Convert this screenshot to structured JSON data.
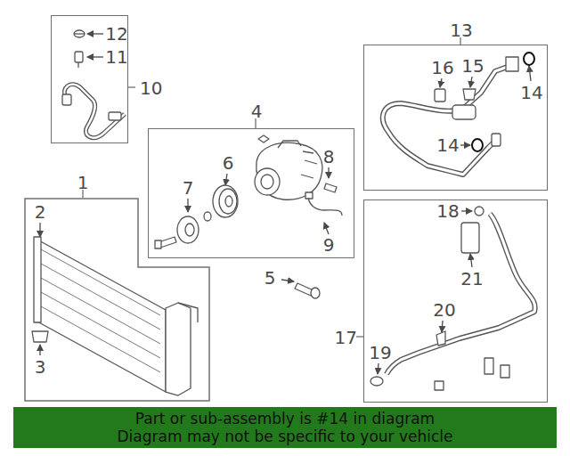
{
  "diagram": {
    "nodes": [
      {
        "text": [
          "10"
        ]
      },
      {
        "text": [
          "4"
        ]
      },
      {
        "text": [
          "13"
        ]
      },
      {
        "text": [
          "1"
        ]
      },
      {
        "text": [
          "17"
        ]
      },
      {
        "text": [
          "Part or sub-assembly is #14 in diagram",
          "Diagram may not be specific to your vehicle"
        ]
      }
    ],
    "labels": [
      "12",
      "11",
      "14",
      "16",
      "15",
      "14",
      "6",
      "8",
      "7",
      "9",
      "2",
      "5",
      "18",
      "21",
      "20",
      "19",
      "3"
    ]
  }
}
